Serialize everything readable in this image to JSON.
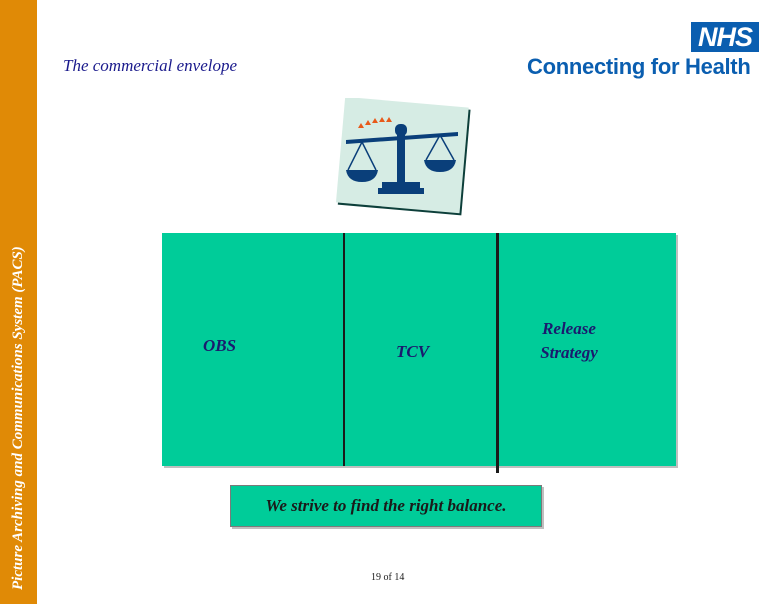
{
  "sidebar": {
    "text": "Picture Archiving and Communications System (PACS)"
  },
  "slide": {
    "title": "The commercial envelope"
  },
  "logo": {
    "badge": "NHS",
    "tagline": "Connecting for Health",
    "badge_color": "#0a5eb0"
  },
  "clipart": {
    "icon": "balance-scales-icon"
  },
  "panel": {
    "color": "#00cc99",
    "sections": [
      "OBS",
      "TCV",
      "Release Strategy"
    ],
    "release_lines": [
      "Release",
      "Strategy"
    ]
  },
  "callout": {
    "text": "We strive to find the right balance."
  },
  "footer": {
    "page": "19 of 14"
  },
  "colors": {
    "side_band": "#e08a06",
    "title": "#1a1a8c"
  }
}
